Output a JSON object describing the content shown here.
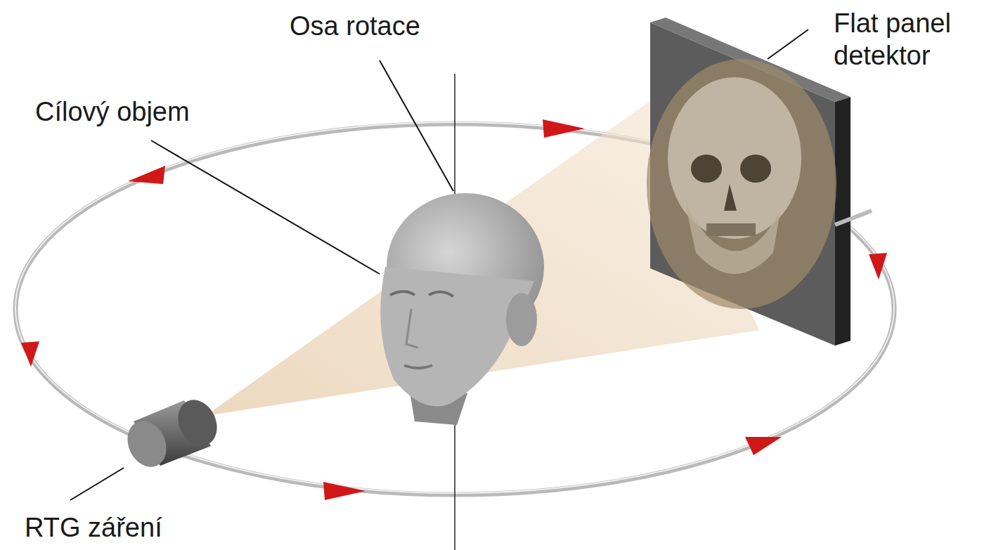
{
  "diagram": {
    "labels": [
      "Osa rotace",
      "Flat panel detektor",
      "Cílový objem",
      "RTG záření"
    ]
  }
}
